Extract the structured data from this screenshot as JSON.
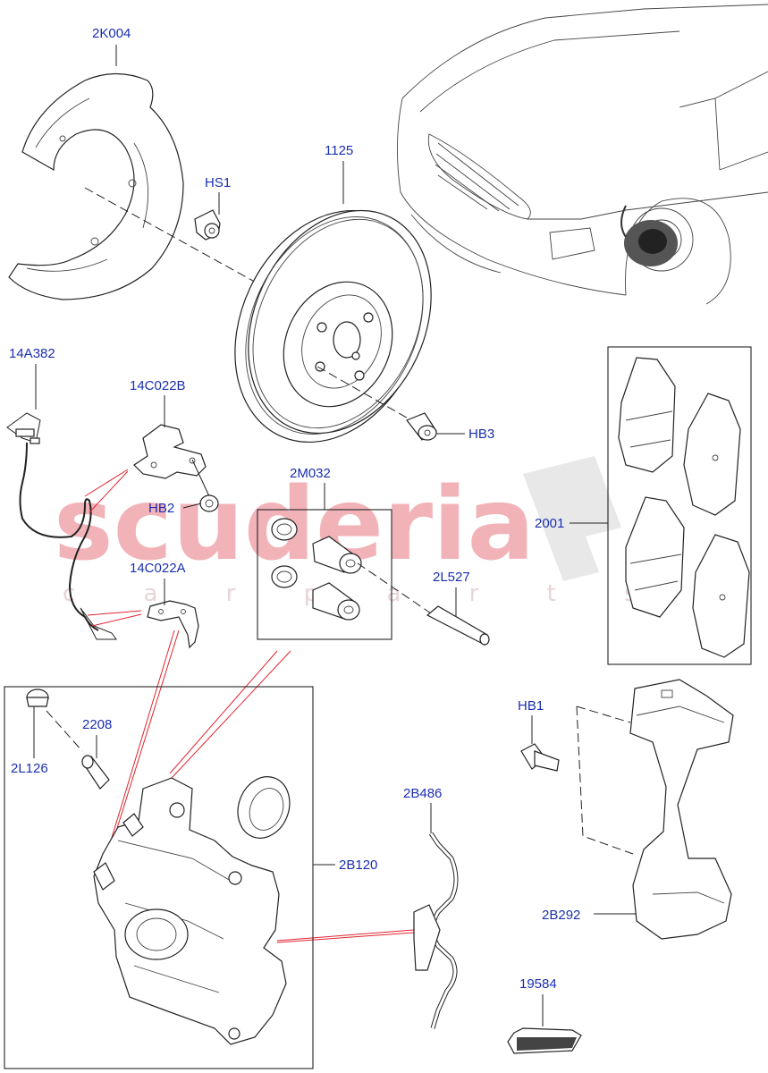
{
  "watermark": {
    "brand": "scuderia",
    "tagline": "c a r   p a r t s"
  },
  "callouts": [
    {
      "id": "shield",
      "text": "2K004"
    },
    {
      "id": "disc",
      "text": "1125"
    },
    {
      "id": "hs1",
      "text": "HS1"
    },
    {
      "id": "sensor",
      "text": "14A382"
    },
    {
      "id": "bracket-b",
      "text": "14C022B"
    },
    {
      "id": "hb2",
      "text": "HB2"
    },
    {
      "id": "hb3",
      "text": "HB3"
    },
    {
      "id": "guide-kit",
      "text": "2M032"
    },
    {
      "id": "pads",
      "text": "2001"
    },
    {
      "id": "bracket-a",
      "text": "14C022A"
    },
    {
      "id": "pin",
      "text": "2L527"
    },
    {
      "id": "hb1",
      "text": "HB1"
    },
    {
      "id": "bleed-screw",
      "text": "2208"
    },
    {
      "id": "dust-cap",
      "text": "2L126"
    },
    {
      "id": "spring",
      "text": "2B486"
    },
    {
      "id": "caliper",
      "text": "2B120"
    },
    {
      "id": "carrier",
      "text": "2B292"
    },
    {
      "id": "grease",
      "text": "19584"
    }
  ],
  "colors": {
    "label": "#1a2fb0",
    "leader_red": "#e0252f",
    "line": "#222222"
  }
}
